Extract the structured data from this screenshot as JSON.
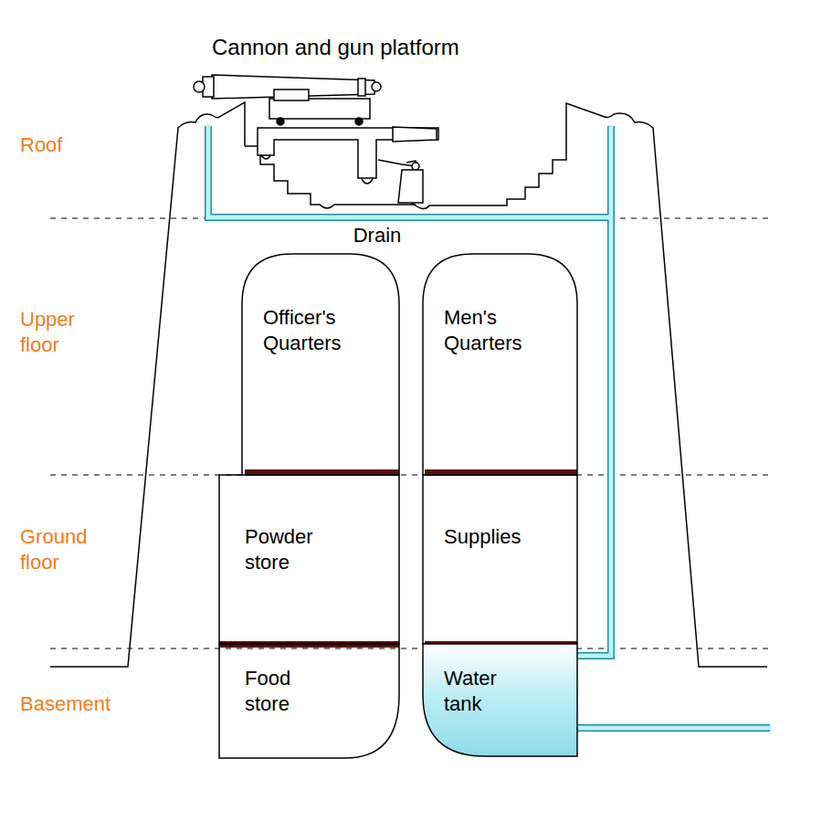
{
  "diagram": {
    "nodes": [
      {
        "text": [
          "Officer's Quarters"
        ]
      },
      {
        "text": [
          "Men's Quarters"
        ]
      },
      {
        "text": [
          "Powder store"
        ]
      },
      {
        "text": [
          "Supplies"
        ]
      },
      {
        "text": [
          "Food store"
        ]
      },
      {
        "text": [
          "Water tank"
        ]
      }
    ],
    "labels": [
      "Cannon and gun platform",
      "Roof",
      "Drain",
      "Upper floor",
      "Ground floor",
      "Basement"
    ]
  }
}
